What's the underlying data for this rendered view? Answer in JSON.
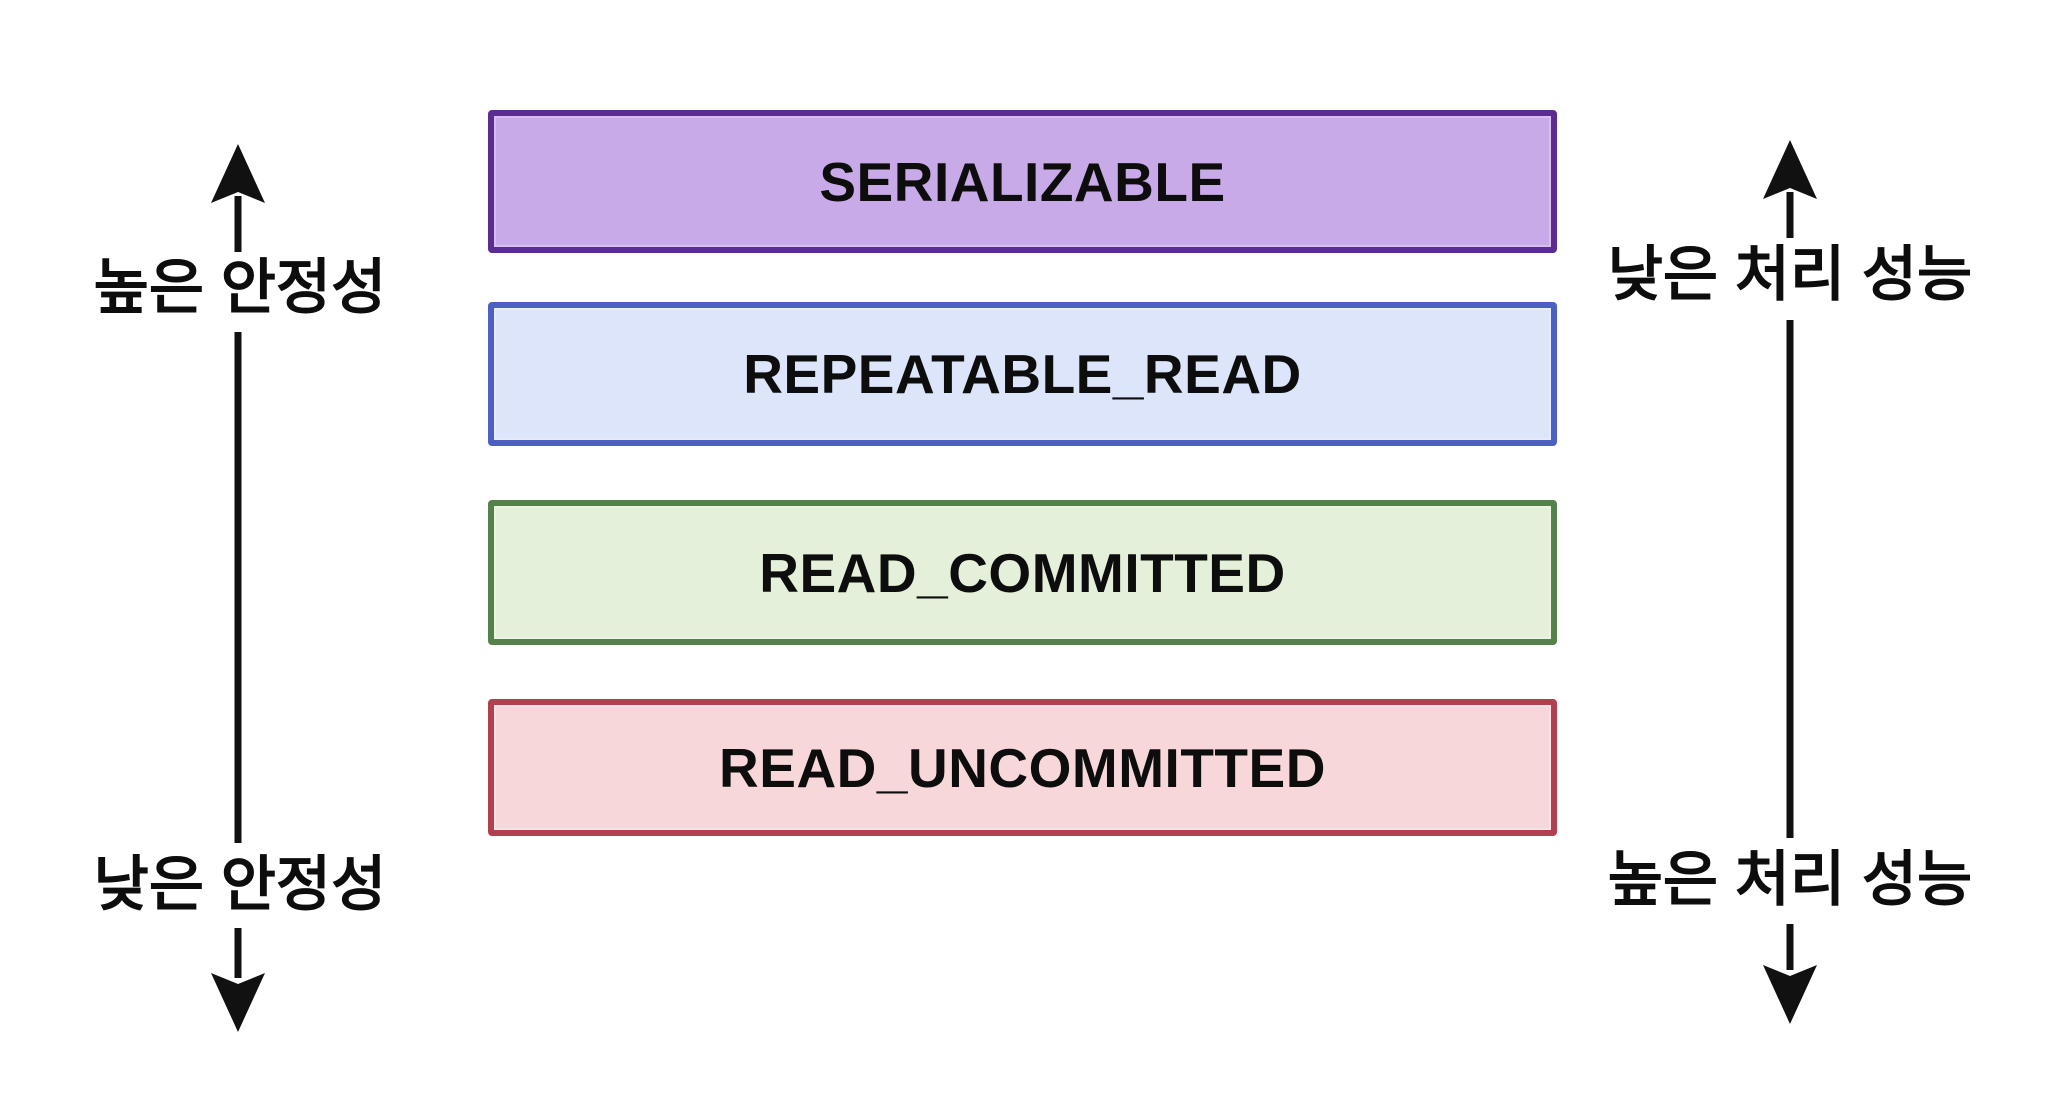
{
  "diagram": {
    "background": "#ffffff",
    "text_color": "#0d0d0d",
    "arrow_color": "#111111",
    "isolation_levels": [
      {
        "label": "SERIALIZABLE",
        "fill": "#c9aae8",
        "border": "#5b2d90"
      },
      {
        "label": "REPEATABLE_READ",
        "fill": "#dde5fa",
        "border": "#4b60c2"
      },
      {
        "label": "READ_COMMITTED",
        "fill": "#e5f0da",
        "border": "#55814b"
      },
      {
        "label": "READ_UNCOMMITTED",
        "fill": "#f8d7da",
        "border": "#b2414f"
      }
    ],
    "left_axis": {
      "top_label": "높은 안정성",
      "bottom_label": "낮은 안정성"
    },
    "right_axis": {
      "top_label": "낮은 처리 성능",
      "bottom_label": "높은 처리 성능"
    }
  }
}
